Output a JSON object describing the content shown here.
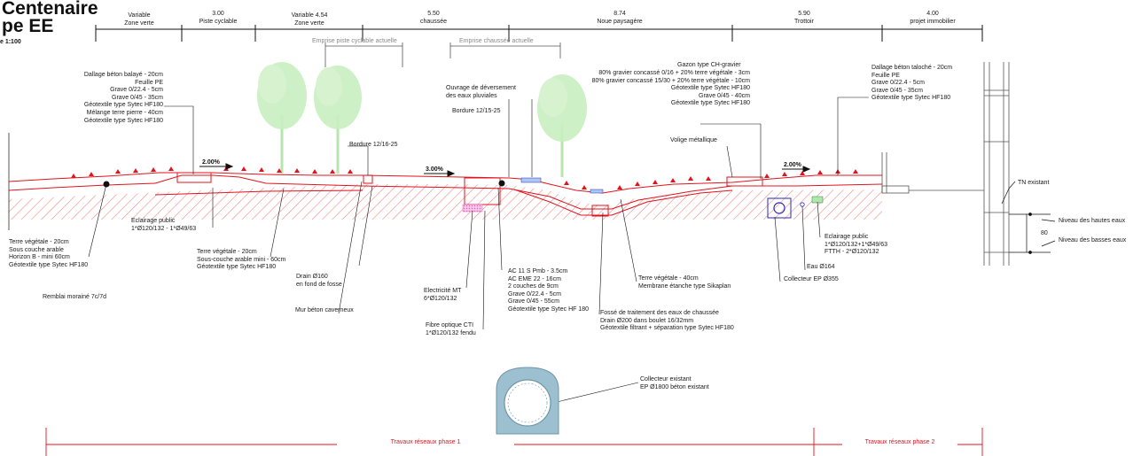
{
  "title_line1": "Centenaire",
  "title_line2": "pe EE",
  "scale": "e 1:100",
  "zones": [
    {
      "width": "Variable",
      "name": "Zone verte"
    },
    {
      "width": "3.00",
      "name": "Piste cyclable"
    },
    {
      "width": "Variable 4.54",
      "name": "Zone verte"
    },
    {
      "width": "5.50",
      "name": "chaussée"
    },
    {
      "width": "8.74",
      "name": "Noue paysagère"
    },
    {
      "width": "5.90",
      "name": "Trottoir"
    },
    {
      "width": "4.00",
      "name": "projet immobilier"
    }
  ],
  "emprise_piste": "Emprise piste cyclable actuelle",
  "emprise_chaussee": "Emprise chaussée actuelle",
  "slopes": [
    "2.00%",
    "3.00%",
    "2.00%"
  ],
  "labels": {
    "dallage_left": "Dallage béton balayé - 20cm\nFeuille PE\nGrave 0/22.4 - 5cm\nGrave 0/45 - 35cm\nGéotextile type Sytec HF180\nMélange terre pierre - 40cm\nGéotextile type Sytec HF180",
    "bordure_left": "Bordure 12/16-25",
    "ouvrage": "Ouvrage de déversement\ndes eaux pluviales",
    "bordure_mid": "Bordure 12/15-25",
    "gravier": "80% gravier concassé 0/16 + 20% terre végétale - 3cm\n80% gravier concassé 15/30 + 20% terre végétale - 10cm\nGéotextile type Sytec HF180\nGrave 0/45 - 40cm\nGéotextile type Sytec HF180",
    "gazon": "Gazon type CH-gravier",
    "volige": "Volige métallique",
    "dallage_right": "Dallage béton taloché - 20cm\nFeuille PE\nGrave 0/22.4 - 5cm\nGrave 0/45 - 35cm\nGéotextile type Sytec HF180",
    "tn_existant": "TN existant",
    "niveau_hautes": "Niveau des hautes eaux",
    "niveau_basses": "Niveau des basses eaux",
    "eclairage_left": "Eclairage public\n1*Ø120/132 - 1*Ø49/63",
    "terre_left": "Terre végétale - 20cm\nSous couche arable\nHorizon B - mini 60cm\nGéotextile type Sytec HF180",
    "terre_mid": "Terre végétale - 20cm\nSous-couche arable mini - 60cm\nGéotextile type Sytec HF180",
    "remblai": "Remblai morainé 7c/7d",
    "drain": "Drain Ø160\nen fond de fosse",
    "mur": "Mur béton caverneux",
    "electricite": "Electricité MT\n6*Ø120/132",
    "fibre": "Fibre optique CTI\n1*Ø120/132 fendu",
    "ac": "AC 11 S Pmb - 3.5cm\nAC EME 22 - 16cm\n2 couches de 9cm\nGrave 0/22.4 - 5cm\nGrave 0/45 - 55cm\nGéotextile type Sytec HF 180",
    "fosse": "Fossé de traitement des eaux de chaussée\nDrain Ø200 dans boulet 16/32mm\nGéotextile filtrant + séparation type Sytec HF180",
    "terre_noue": "Terre végétale - 40cm\nMembrane étanche type Sikaplan",
    "collecteur_ep": "Collecteur EP Ø355",
    "eau": "Eau Ø164",
    "eclairage_right": "Eclairage public\n1*Ø120/132+1*Ø49/63\nFTTH - 2*Ø120/132",
    "collecteur_existant": "Collecteur existant\nEP Ø1800 béton existant",
    "dim_80": "80"
  },
  "phases": [
    "Travaux réseaux phase 1",
    "Travaux réseaux phase 2"
  ],
  "colors": {
    "accent": "#e0141e",
    "tree": "#c8eec0",
    "collector": "#9cc0d0",
    "marker": "#2a2ab8",
    "ink": "#1a1a1a"
  }
}
